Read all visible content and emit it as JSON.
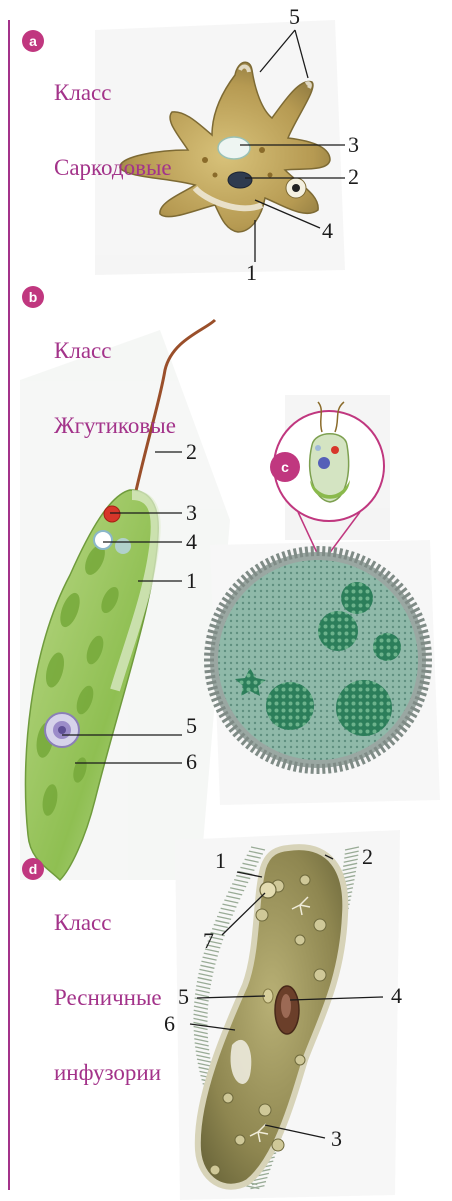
{
  "colors": {
    "accent": "#a3338a",
    "badge": "#c0377f"
  },
  "sections": [
    {
      "badge": "a",
      "title_line1": "Класс",
      "title_line2": "Саркодовые",
      "labels": [
        "5",
        "3",
        "2",
        "4",
        "1"
      ]
    },
    {
      "badge": "b",
      "title_line1": "Класс",
      "title_line2": "Жгутиковые",
      "labels": [
        "2",
        "3",
        "4",
        "1",
        "5",
        "6"
      ]
    },
    {
      "badge": "c"
    },
    {
      "badge": "d",
      "title_line1": "Класс",
      "title_line2": "Ресничные",
      "title_line3": "инфузории",
      "labels": [
        "1",
        "2",
        "7",
        "5",
        "4",
        "6",
        "3"
      ]
    }
  ]
}
